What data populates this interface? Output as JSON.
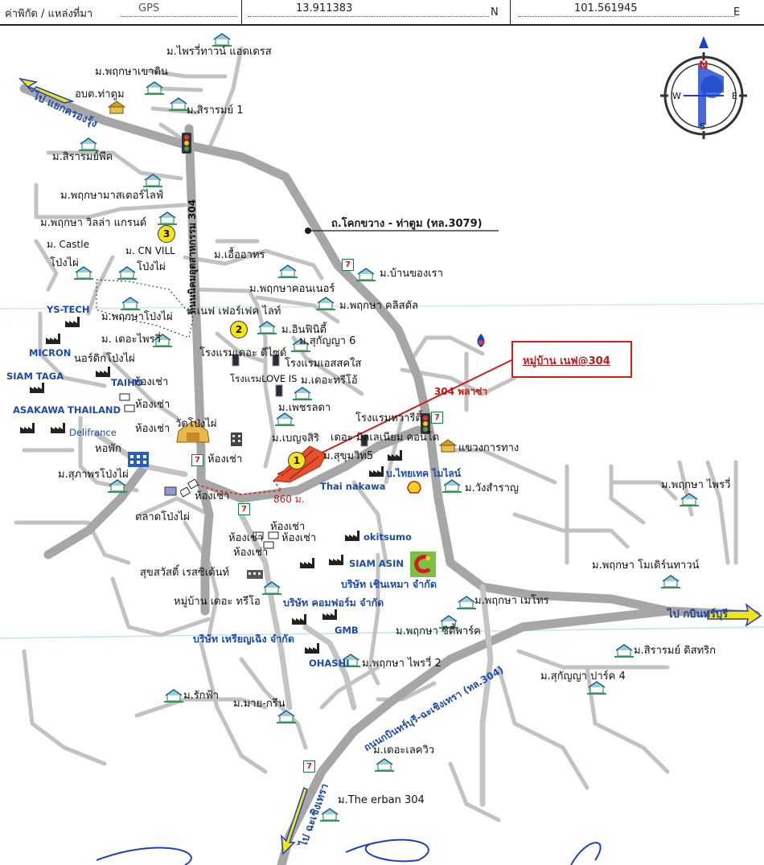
{
  "header": {
    "coord_label": "ค่าพิกัด / แหล่งที่มา",
    "source": "GPS",
    "north_value": "13.911383",
    "north_unit": "N",
    "east_value": "101.561945",
    "east_unit": "E"
  },
  "compass": {
    "n": "N",
    "s": "S",
    "e": "E",
    "w": "W"
  },
  "callout": {
    "label": "หมู่บ้าน เนฟ@304"
  },
  "plaza": "304 พลาซ่า",
  "distance": "860 ม.",
  "roads": {
    "road_3079": "ถ.โคกขวาง - ท่าตูม (ทล.3079)",
    "road_304_north": "ถนนนิคมอุตสาหกรรม 304",
    "road_304_south": "ถนนกบินทร์บุรี-ฉะเชิงเทรา (ทล.304)",
    "to_krong": "ไป แยกครองรุ้ง",
    "to_kabin": "ไป กบินทร์บุรี",
    "to_chachoeng": "ไป ฉะเชิงเทรา"
  },
  "markers": {
    "m1": "1",
    "m2": "2",
    "m3": "3"
  },
  "seven_eleven": "7",
  "places": {
    "prai_town": "ม.ไพรวี่ทาวน์ แอดเดรส",
    "pruksa_khaodin": "ม.พฤกษาเขาดิน",
    "obt_thatum": "อบต.ท่าตูม",
    "siram1": "ม.สิรารมย์ 1",
    "siram_peak": "ม.สิรารมย์พีค",
    "pruksa_master": "ม.พฤกษามาสเตอร์ไลฟ์",
    "pruksa_villa": "ม.พฤกษา วิลล่า แกรนด์",
    "castle": "ม. Castle",
    "pongphai1": "โป่งไผ่",
    "cn_vill": "ม. CN VILL",
    "pongphai2": "โป่งไผ่",
    "ua_arthon": "ม.เอื้ออาทร",
    "pruksa_connor": "ม.พฤกษาคอนเนอร์",
    "ban_khong_rao": "ม.บ้านของเรา",
    "pruksa_crystal": "ม.พฤกษา คลิสตัล",
    "nef_perfect": "ม.เนฟ เฟอร์เฟค ไลท์",
    "infinity": "ม.อินฟินิตี้",
    "sukanya6": "ม.สุกัญญา 6",
    "pruksa_pongphai": "ม.พฤกษาโป่งไผ่",
    "the_prai": "ม. เดอะไพรวี่",
    "norddik": "นอร์ดิกโป่งไผ่",
    "hotel_deside": "โรงแรมเดอะ ดีไซด์",
    "hotel_sscs": "โรงแรมเอสสคใส",
    "hotel_love": "โรงแรมLOVE IS",
    "the_treo": "ม.เดอะทรีโอ้",
    "phetlada": "ม.เพชรลดา",
    "hotel_kwarat": "โรงแรมหวารีตี้",
    "the_millennium": "เดอะ มิลเลเนียม คอนโด",
    "benchasiri": "ม.เบญจสิริ",
    "sukhumwit5": "ม.สุขุมวิท5",
    "highway_dept": "แขวงการทาง",
    "thaitech": "บ.ไทยเทค ไมไลน์",
    "thai_nakawa": "Thai nakawa",
    "wangsamran": "ม.วังสำราญ",
    "pruksa_prai": "ม.พฤกษา ไพรวี่",
    "room1": "ห้องเช่า",
    "room2": "ห้องเช่า",
    "room3": "ห้องเช่า",
    "room4": "ห้องเช่า",
    "room5": "ห้องเช่า",
    "room6": "ห้องเช่า",
    "room7": "ห้องเช่า",
    "room8": "ห้องเช่า",
    "wat": "วัดโป่งไผ่",
    "dorm": "หอพัก",
    "suphaporn": "ม.สุภาพรโป่งไผ่",
    "market": "ตลาดโป่งไผ่",
    "suksawat": "สุขสวัสดิ์ เรสซิเด้นท์",
    "the_trio": "หมู่บ้าน เดอะ ทรีโอ",
    "pruksa_modern": "ม.พฤกษา โมเดิร์นทาวน์",
    "pruksa_metro": "ม.พฤกษา เมโทร",
    "pruksa_city": "ม.พฤกษา ซิตี้พาร์ค",
    "siram_distric": "ม.สิรารมย์ ดิสทริก",
    "sukanya_park4": "ม.สุกัญญา ปาร์ค 4",
    "pruksa_prai2": "ม.พฤกษา ไพรวี่ 2",
    "rakfa": "ม.รักฟ้า",
    "maigreen": "ม.มาย-กรีน",
    "the_lake": "ม.เดอะเลควิว",
    "the_erban": "ม.The erban 304"
  },
  "companies": {
    "ys_tech": "YS-TECH",
    "micron": "MICRON",
    "siam_taga": "SIAM TAGA",
    "asakawa": "ASAKAWA",
    "thailand": "THAILAND",
    "taiho": "TAIHO",
    "delifrance": "Delifrance",
    "okitsumo": "okitsumo",
    "siam_asin": "SIAM ASIN",
    "chinhema": "บริษัท เชินเหมา จำกัด",
    "comfort": "บริษัท คอมฟอร์ม จำกัด",
    "riangching": "บริษัท เหรียญเฉิง จำกัด",
    "gmb": "GMB",
    "ohashi": "OHASHI"
  },
  "colors": {
    "road": "#b9b9b9",
    "road_main": "#a9a9a9",
    "company_text": "#1d4aa8",
    "callout": "#d21d1d",
    "plot": "#e8502b",
    "arrow": "#1f3fc4",
    "marker": "#f4e418",
    "water_line": "#bfe6ee"
  }
}
